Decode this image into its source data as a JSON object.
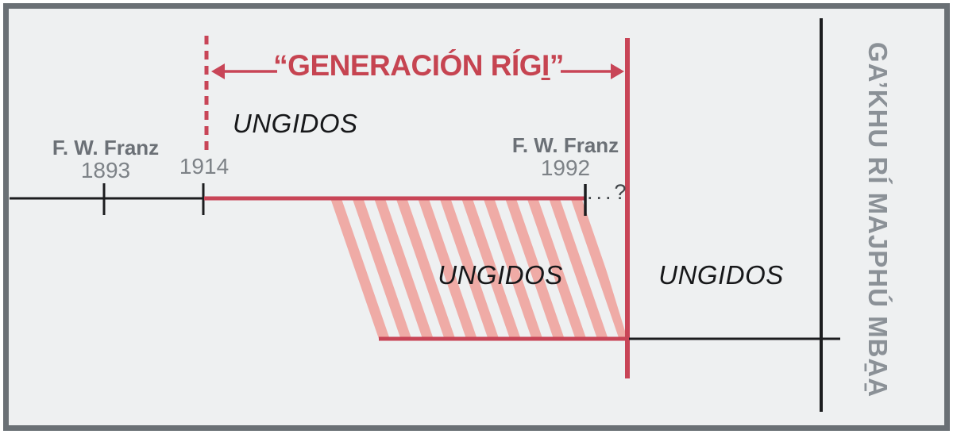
{
  "colors": {
    "background": "#eef0f1",
    "frame": "#6a7075",
    "red": "#c84557",
    "red_text": "#c64451",
    "pink": "#efaba6",
    "dark": "#17181a",
    "gray_bold": "#6b7076",
    "gray_regular": "#7d8287",
    "gray_vertical": "#8b9197",
    "gray_dots": "#43474b"
  },
  "title": {
    "text": "“GENERACIÓN RÍGI̱”"
  },
  "labels": {
    "anointed_top": "UNGIDOS",
    "anointed_middle": "UNGIDOS",
    "anointed_right": "UNGIDOS",
    "franz_1893": {
      "name": "F. W. Franz",
      "year": "1893"
    },
    "year_1914": "1914",
    "franz_1992": {
      "name": "F. W. Franz",
      "year": "1992"
    },
    "continuation": "...?",
    "vertical_right": "GA’KHU RÍ MAJPHÚ MBA̱A̱"
  }
}
